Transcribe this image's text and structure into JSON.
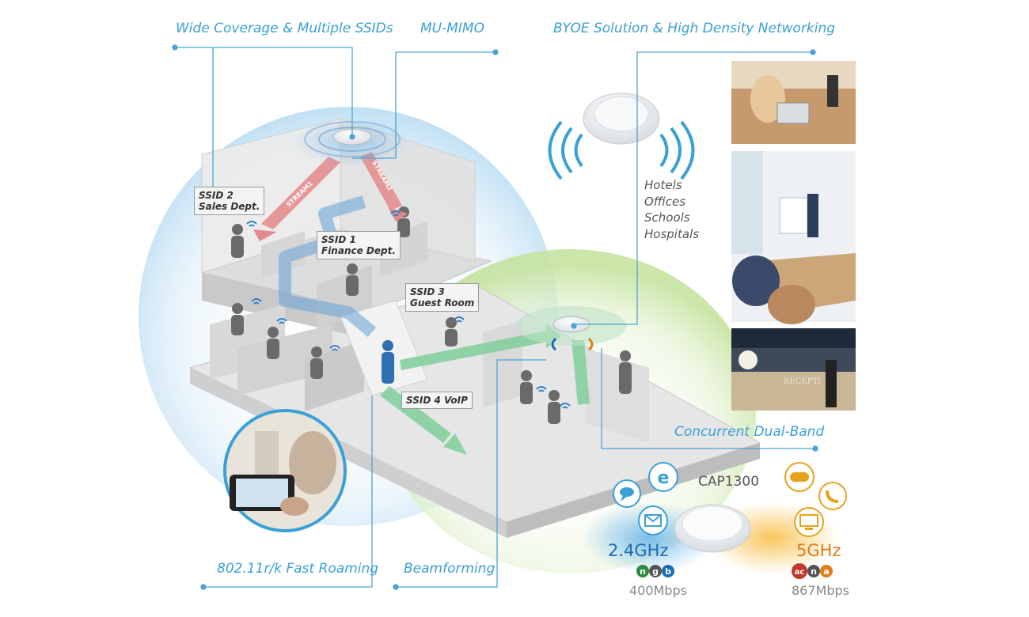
{
  "features": {
    "wide_coverage": "Wide Coverage & Multiple SSIDs",
    "mu_mimo": "MU-MIMO",
    "byoe": "BYOE Solution & High Density Networking",
    "dual_band": "Concurrent Dual-Band",
    "fast_roaming": "802.11r/k Fast Roaming",
    "beamforming": "Beamforming"
  },
  "ssids": [
    {
      "line1": "SSID 2",
      "line2": "Sales Dept."
    },
    {
      "line1": "SSID 1",
      "line2": "Finance Dept."
    },
    {
      "line1": "SSID 3",
      "line2": "Guest Room"
    },
    {
      "line1": "SSID 4 VoIP",
      "line2": ""
    }
  ],
  "streams": [
    "STREAM1",
    "STREAM2"
  ],
  "venues": [
    "Hotels",
    "Offices",
    "Schools",
    "Hospitals"
  ],
  "product": {
    "model": "CAP1300",
    "band_24": {
      "label": "2.4GHz",
      "modes": [
        "n",
        "g",
        "b"
      ],
      "speed": "400Mbps"
    },
    "band_5": {
      "label": "5GHz",
      "modes": [
        "ac",
        "n",
        "a"
      ],
      "speed": "867Mbps"
    }
  },
  "photo_sign": "RECEPTI",
  "colors": {
    "accent": "#3aa0d6",
    "band_24": "#1a6db5",
    "band_5": "#e07b16",
    "dome_blue": "#cfe6f5",
    "dome_green": "#d5ebb9"
  },
  "icons": [
    "chat-icon",
    "internet-explorer-icon",
    "email-icon",
    "gamepad-icon",
    "phone-icon",
    "video-icon"
  ]
}
